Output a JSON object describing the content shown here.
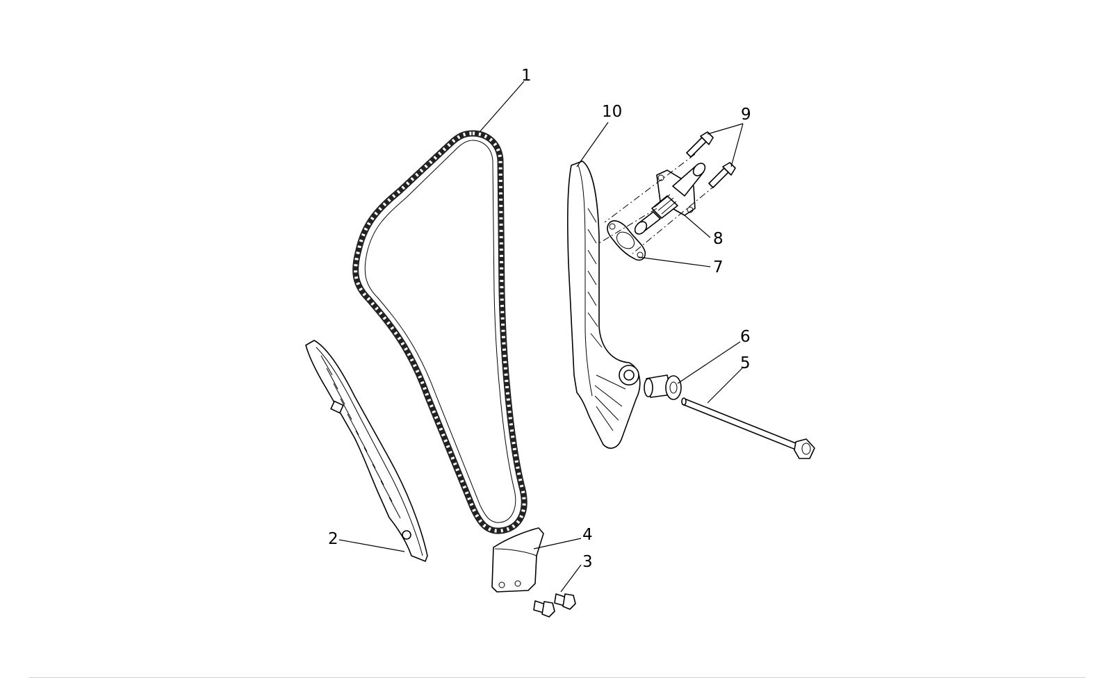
{
  "callouts": [
    {
      "id": "1",
      "label": "1"
    },
    {
      "id": "2",
      "label": "2"
    },
    {
      "id": "3",
      "label": "3"
    },
    {
      "id": "4",
      "label": "4"
    },
    {
      "id": "5",
      "label": "5"
    },
    {
      "id": "6",
      "label": "6"
    },
    {
      "id": "7",
      "label": "7"
    },
    {
      "id": "8",
      "label": "8"
    },
    {
      "id": "9",
      "label": "9"
    },
    {
      "id": "10",
      "label": "10"
    }
  ],
  "colors": {
    "line": "#000000",
    "background": "#ffffff",
    "rule": "#cfcfcf"
  }
}
